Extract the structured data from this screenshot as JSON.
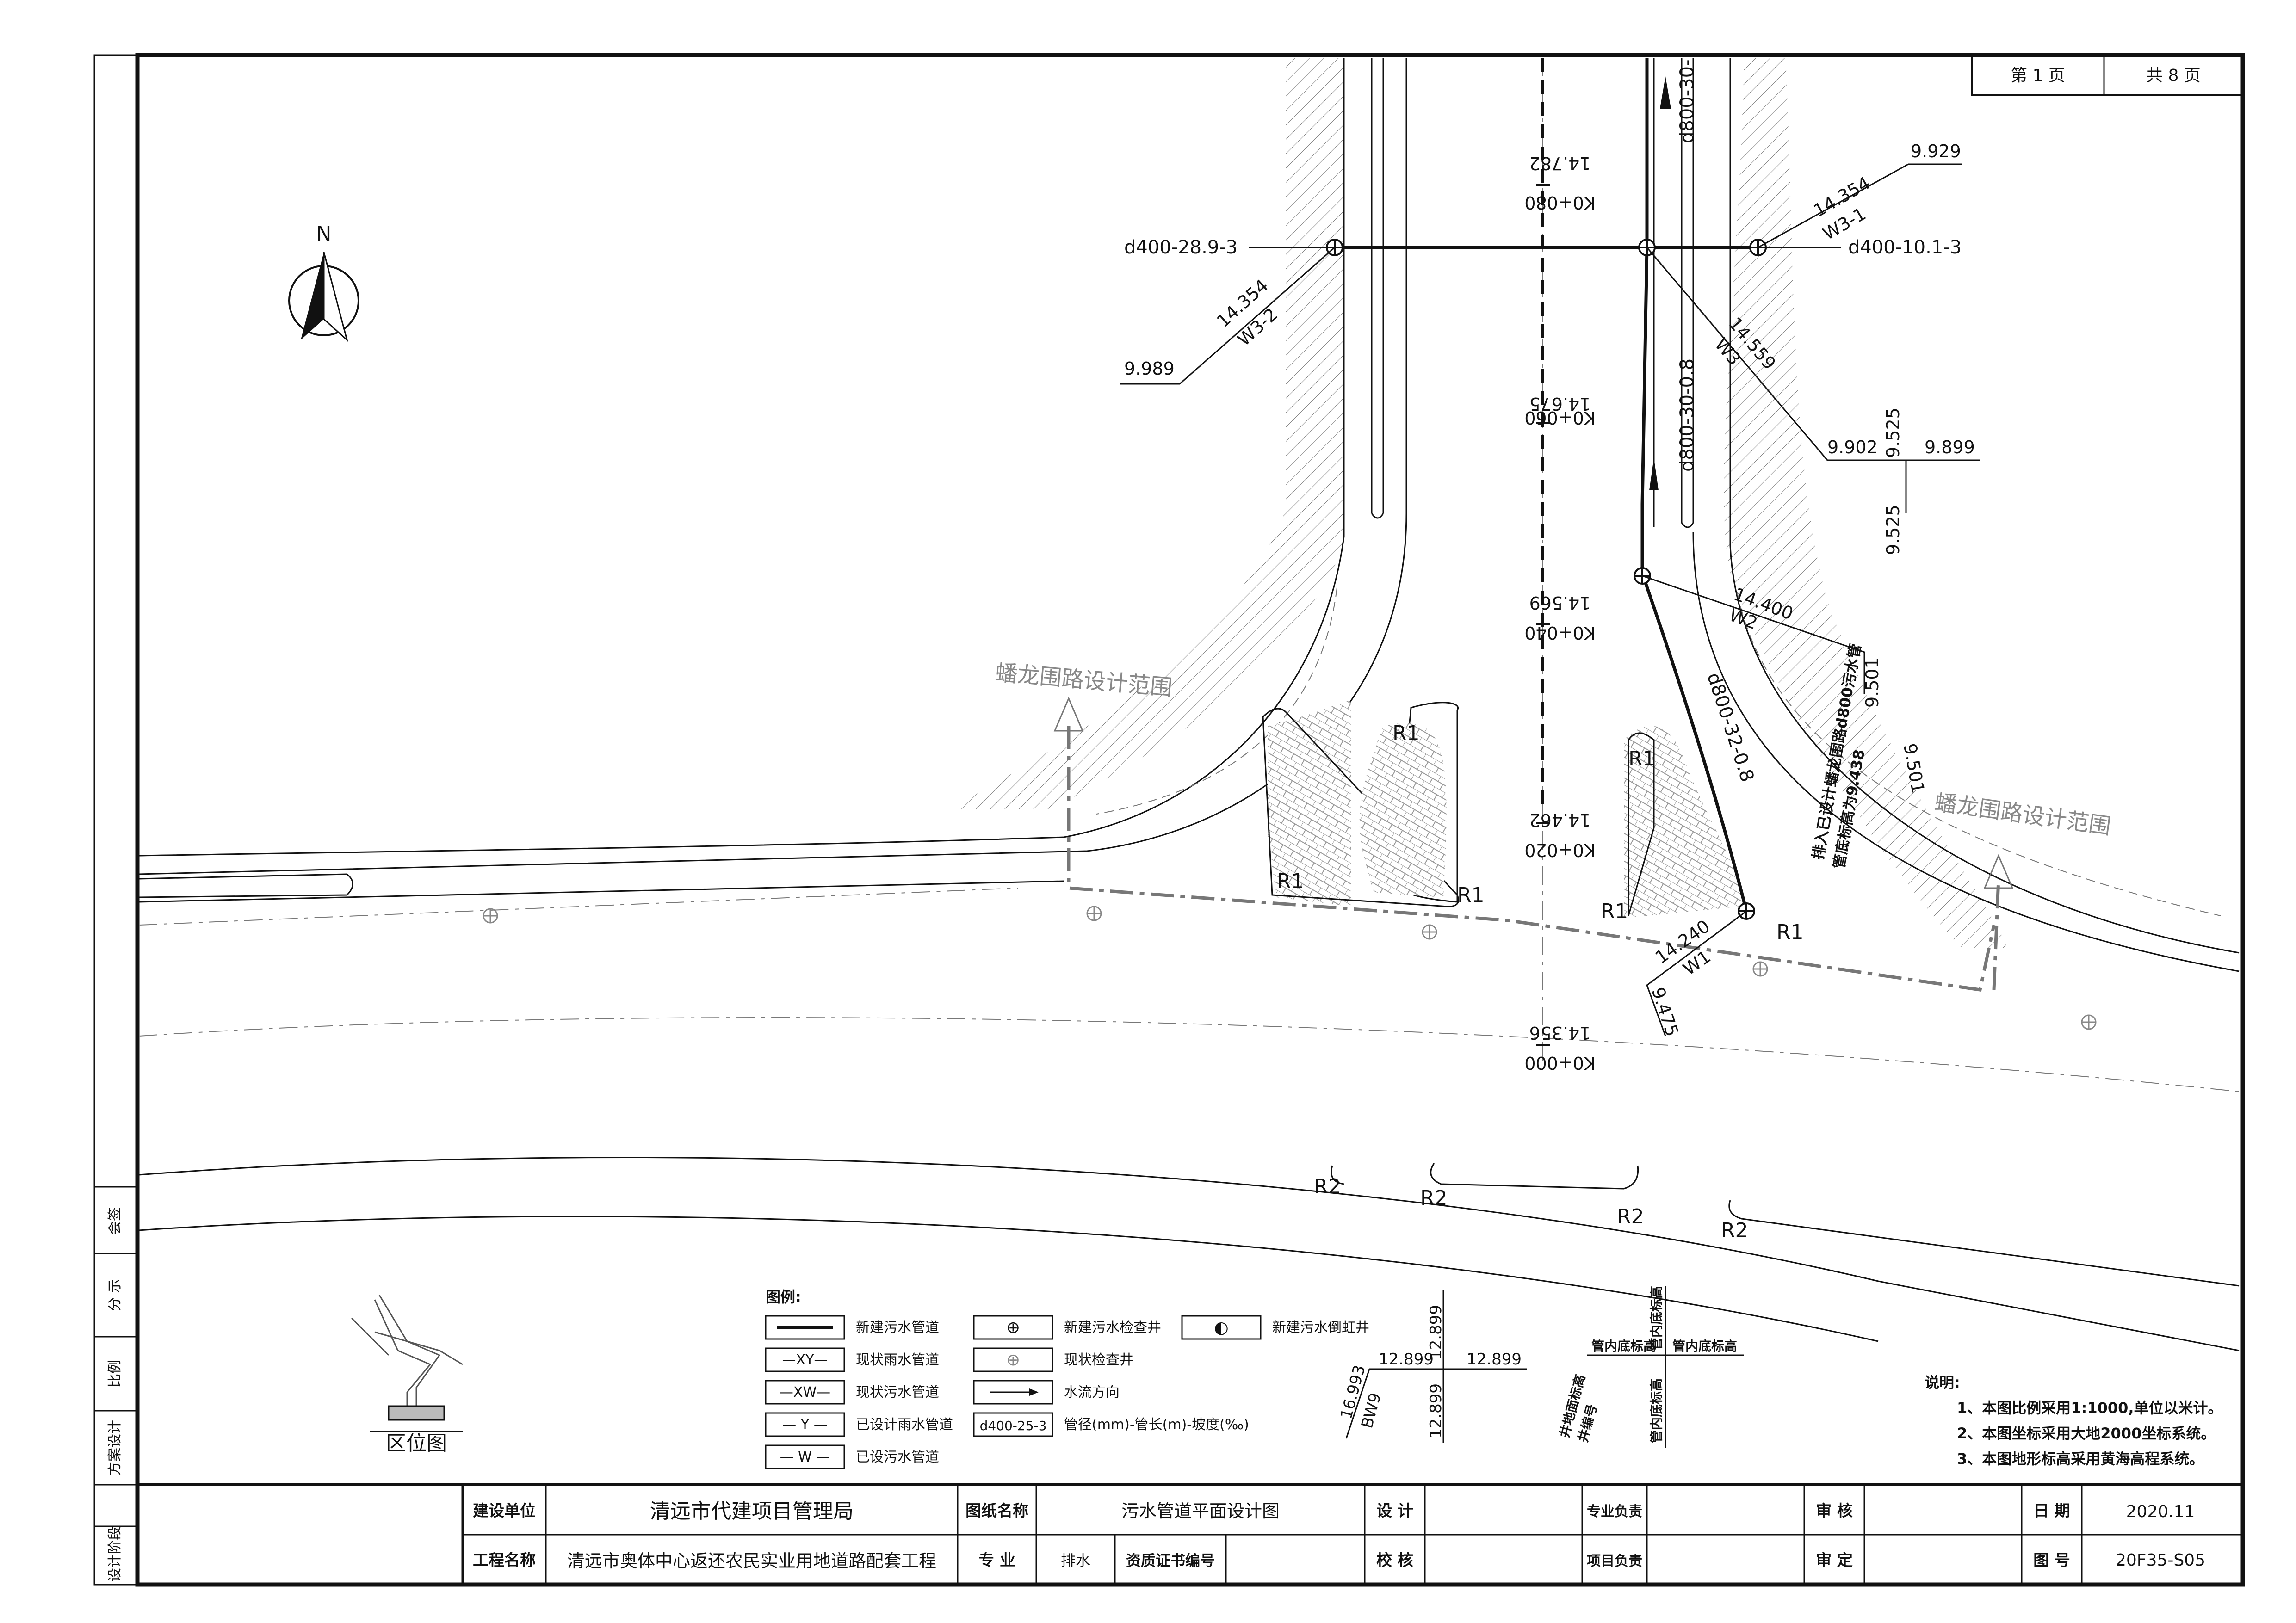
{
  "sheet": {
    "page_label": "第 1 页",
    "total_label": "共 8 页"
  },
  "north": {
    "label": "N"
  },
  "left_strip": [
    "会签",
    "分 示",
    "比例",
    "方案设计",
    "设计阶段"
  ],
  "stations": [
    {
      "chainage": "K0+080",
      "elev": "14.782"
    },
    {
      "chainage": "K0+060",
      "elev": "14.675"
    },
    {
      "chainage": "K0+040",
      "elev": "14.569"
    },
    {
      "chainage": "K0+020",
      "elev": "14.462"
    },
    {
      "chainage": "K0+000",
      "elev": "14.356"
    }
  ],
  "pipe_labels": {
    "west_lateral": "d400-28.9-3",
    "east_lateral": "d400-10.1-3",
    "main_north": "d800-30-",
    "main_mid": "d800-30-0.8",
    "main_south": "d800-32-0.8"
  },
  "manholes": {
    "W3_2": {
      "id": "W3-2",
      "ground": "14.354",
      "invert": "9.989"
    },
    "W3_1": {
      "id": "W3-1",
      "ground": "14.354",
      "invert": "9.929"
    },
    "W3": {
      "id": "W3",
      "ground": "14.559",
      "invert_in": "9.525",
      "invert_in2": "9.525",
      "invert_out_a": "9.902",
      "invert_out_b": "9.899"
    },
    "W2": {
      "id": "W2",
      "ground": "14.400",
      "invert_a": "9.501",
      "invert_b": "9.501"
    },
    "W1": {
      "id": "W1",
      "ground": "14.240",
      "invert": "9.475"
    }
  },
  "connect_note": [
    "排入已设计蟠龙围路d800污水管",
    "管底标高为9.438"
  ],
  "scope_labels": [
    "蟠龙围路设计范围",
    "蟠龙围路设计范围"
  ],
  "radii": [
    "R1",
    "R1",
    "R1",
    "R1",
    "R1",
    "R1",
    "R2",
    "R2",
    "R2",
    "R2"
  ],
  "location_map": {
    "title": "区位图"
  },
  "legend": {
    "title": "图例:",
    "items": [
      {
        "sym": "",
        "label": "新建污水管道"
      },
      {
        "sym": "—XY—",
        "label": "现状雨水管道"
      },
      {
        "sym": "—XW—",
        "label": "现状污水管道"
      },
      {
        "sym": "— Y —",
        "label": "已设计雨水管道"
      },
      {
        "sym": "— W —",
        "label": "已设污水管道"
      },
      {
        "sym": "⊕",
        "label": "新建污水检查井"
      },
      {
        "sym": "⊕",
        "label": "现状检查井"
      },
      {
        "sym": "",
        "label": "水流方向"
      },
      {
        "sym": "d400-25-3",
        "label": "管径(mm)-管长(m)-坡度(‰)"
      },
      {
        "sym": "◐",
        "label": "新建污水倒虹井"
      }
    ]
  },
  "sample_tag": {
    "top_elev": "12.899",
    "left_elev": "12.899",
    "right_elev": "12.899",
    "bottom_elev": "12.899",
    "ground": "16.993",
    "id": "BW9"
  },
  "sample_labels": [
    "管内底标高",
    "管内底标高",
    "管内底标高",
    "管内底标高",
    "井地面标高",
    "井编号"
  ],
  "notes": {
    "title": "说明:",
    "lines": [
      "1、本图比例采用1:1000,单位以米计。",
      "2、本图坐标采用大地2000坐标系统。",
      "3、本图地形标高采用黄海高程系统。"
    ]
  },
  "title_block": {
    "build_unit_label": "建设单位",
    "build_unit": "清远市代建项目管理局",
    "project_label": "工程名称",
    "project": "清远市奥体中心返还农民实业用地道路配套工程",
    "drawing_name_label": "图纸名称",
    "drawing_name": "污水管道平面设计图",
    "specialty_label": "专  业",
    "specialty": "排水",
    "cert_label": "资质证书编号",
    "design_label": "设 计",
    "check_label": "校 核",
    "lead_label": "专业负责",
    "pm_label": "项目负责",
    "review_label": "审 核",
    "approve_label": "审 定",
    "date_label": "日 期",
    "date": "2020.11",
    "drawing_no_label": "图 号",
    "drawing_no": "20F35-S05"
  }
}
